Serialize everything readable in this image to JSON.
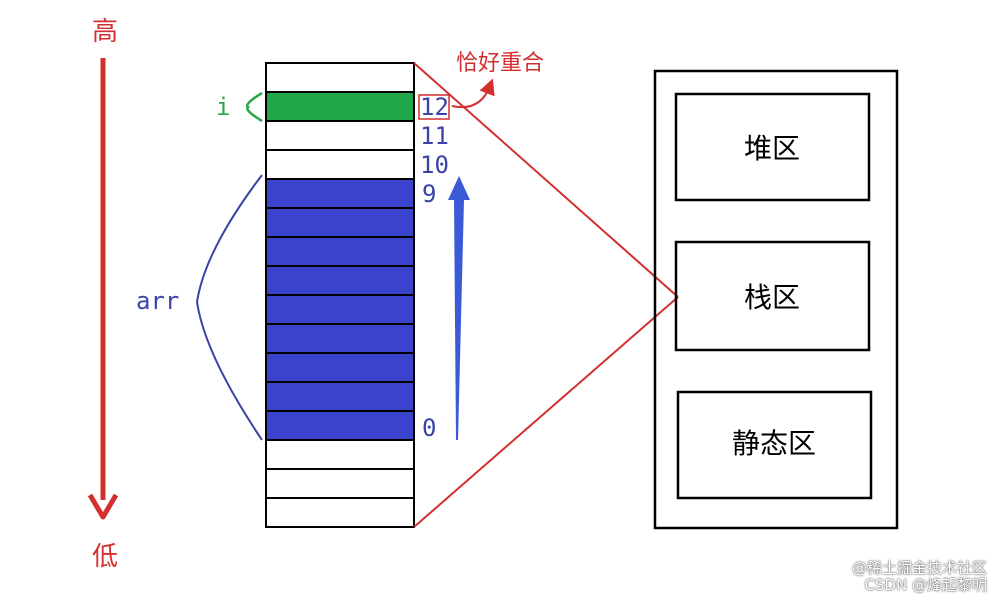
{
  "axis": {
    "high": "高",
    "low": "低"
  },
  "labels": {
    "var_i": "i",
    "var_arr": "arr",
    "overlap_note": "恰好重合"
  },
  "indices": {
    "i12": "12",
    "i11": "11",
    "i10": "10",
    "i9": "9",
    "i0": "0"
  },
  "memory_regions": {
    "heap": "堆区",
    "stack": "栈区",
    "static": "静态区"
  },
  "watermark": {
    "line1": "@稀土掘金技术社区",
    "line2": "CSDN @烽起黎明"
  },
  "colors": {
    "red": "#d32f2f",
    "green": "#2aa84a",
    "blue": "#3b42cc",
    "text_blue": "#3b42a8"
  }
}
